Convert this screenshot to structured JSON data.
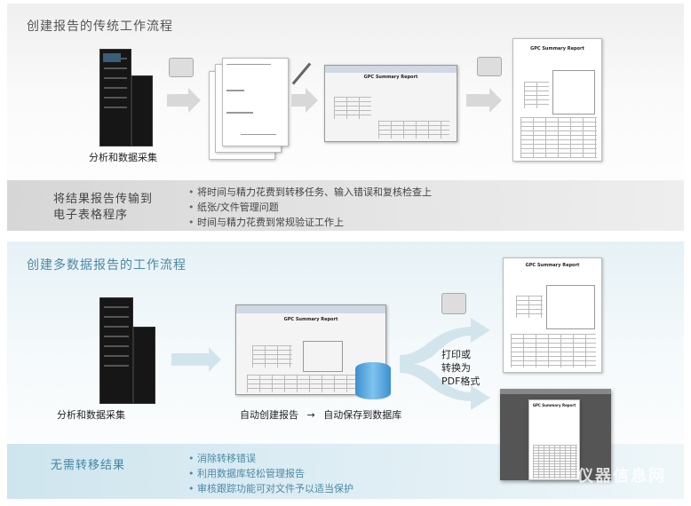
{
  "traditional": {
    "title": "创建报告的传统工作流程",
    "instrument_label": "分析和数据采集",
    "report_title": "GPC Summary Report",
    "band_heading_line1": "将结果报告传输到",
    "band_heading_line2": "电子表格程序",
    "bullets": [
      "将时间与精力花费到转移任务、输入错误和复核检查上",
      "纸张/文件管理问题",
      "时间与精力花费到常规验证工作上"
    ]
  },
  "multi": {
    "title": "创建多数据报告的工作流程",
    "instrument_label": "分析和数据采集",
    "report_title": "GPC Summary Report",
    "auto_create": "自动创建报告",
    "arrow": "→",
    "auto_save": "自动保存到数据库",
    "output_line1": "打印或",
    "output_line2": "转换为",
    "output_line3": "PDF格式",
    "band_heading": "无需转移结果",
    "bullets": [
      "消除转移错误",
      "利用数据库轻松管理报告",
      "审核跟踪功能可对文件予以适当保护"
    ]
  },
  "watermark": "仪器信息网 www.instrument.com.cn"
}
